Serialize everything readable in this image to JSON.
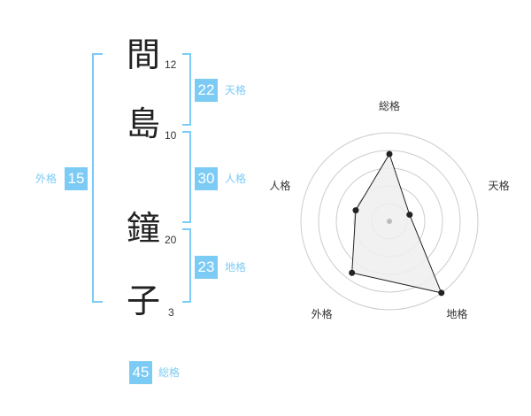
{
  "name": [
    {
      "char": "間",
      "strokes": "12"
    },
    {
      "char": "島",
      "strokes": "10"
    },
    {
      "char": "鐘",
      "strokes": "20"
    },
    {
      "char": "子",
      "strokes": "3"
    }
  ],
  "fortunes": {
    "tenkaku": {
      "value": "22",
      "label": "天格"
    },
    "jinkaku": {
      "value": "30",
      "label": "人格"
    },
    "chikaku": {
      "value": "23",
      "label": "地格"
    },
    "gaikaku": {
      "value": "15",
      "label": "外格"
    },
    "soukaku": {
      "value": "45",
      "label": "総格"
    }
  },
  "chart_data": {
    "type": "radar",
    "axes": [
      "総格",
      "天格",
      "地格",
      "外格",
      "人格"
    ],
    "values": [
      3.8,
      1.2,
      5.0,
      3.6,
      2.0
    ],
    "max": 5,
    "rings": 5,
    "colors": {
      "fill": "#efefef",
      "line": "#222222",
      "grid": "#cccccc",
      "center": "#bbbbbb"
    }
  },
  "colors": {
    "accent": "#7ccbf5"
  }
}
